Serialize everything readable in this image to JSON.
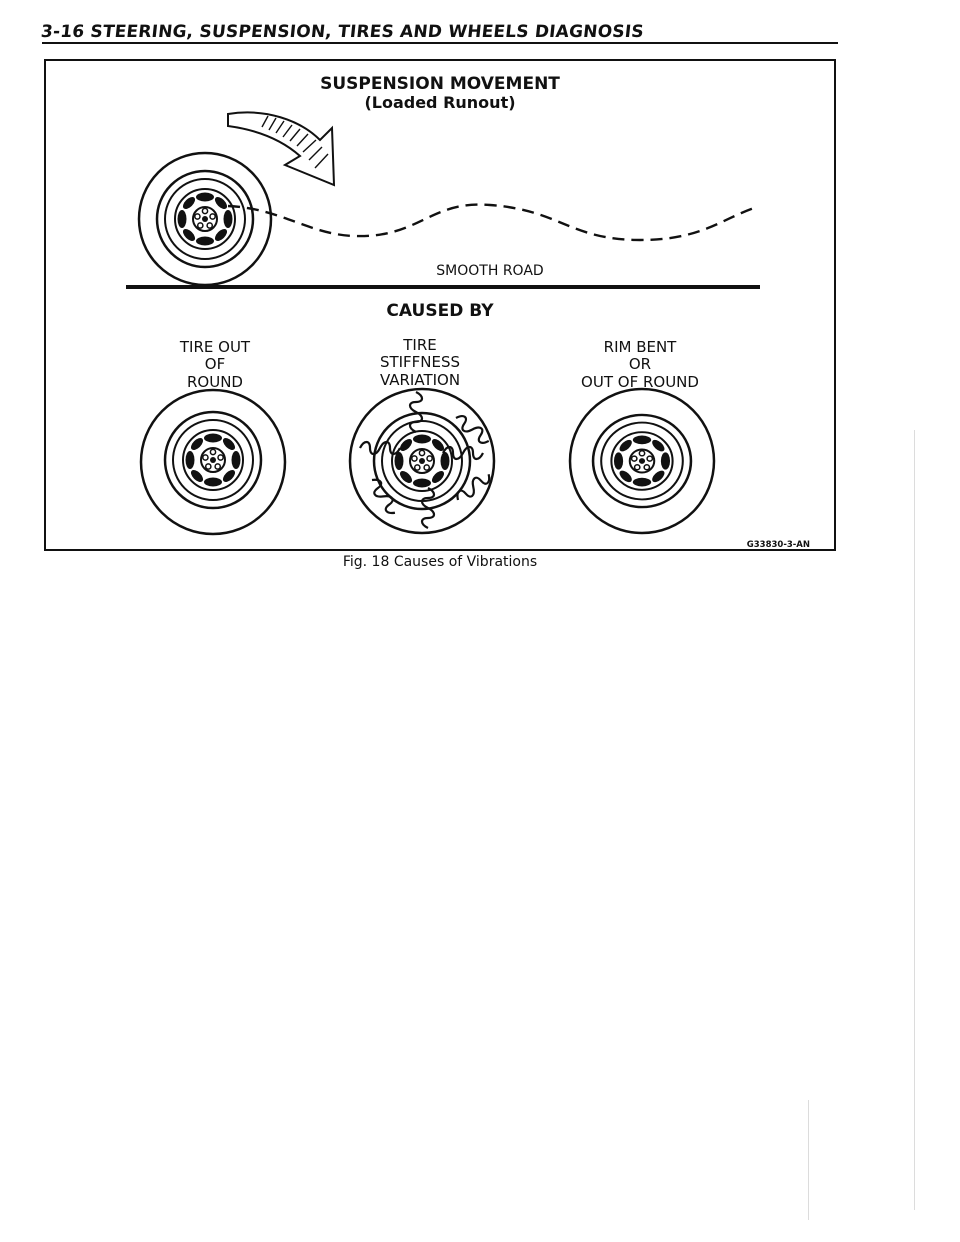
{
  "header": {
    "title": "3-16 STEERING, SUSPENSION, TIRES AND WHEELS DIAGNOSIS"
  },
  "figure": {
    "title": "SUSPENSION MOVEMENT",
    "subtitle": "(Loaded Runout)",
    "road_label": "SMOOTH ROAD",
    "caused_by": "CAUSED BY",
    "causes": [
      {
        "lines": [
          "TIRE OUT",
          "OF",
          "ROUND"
        ]
      },
      {
        "lines": [
          "TIRE",
          "STIFFNESS",
          "VARIATION"
        ]
      },
      {
        "lines": [
          "RIM BENT",
          "OR",
          "OUT OF ROUND"
        ]
      }
    ],
    "code": "G33830-3-AN",
    "caption": "Fig. 18 Causes of Vibrations"
  },
  "colors": {
    "ink": "#111111",
    "paper": "#ffffff",
    "scan_noise": "#dcdcdc"
  }
}
